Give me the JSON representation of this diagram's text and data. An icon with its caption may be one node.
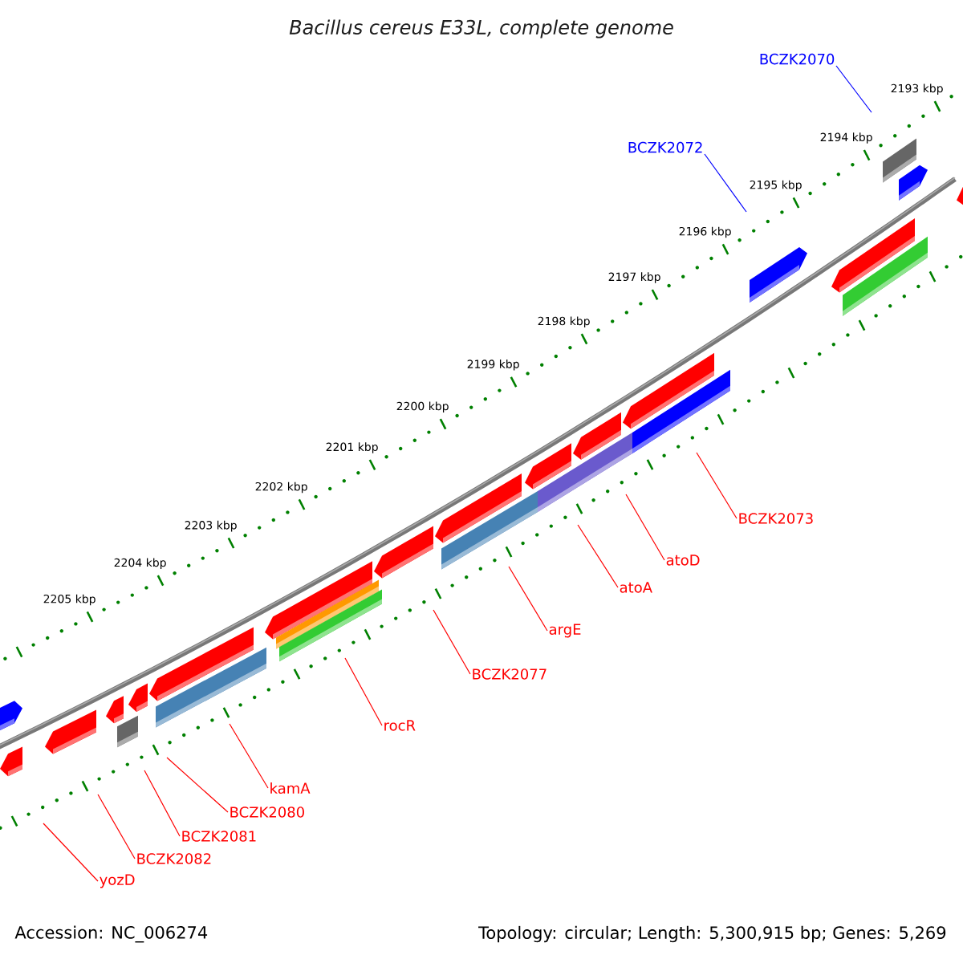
{
  "diagram": {
    "title": "Bacillus cereus E33L, complete genome",
    "nodes": [
      {
        "text": [
          "BCZK2070"
        ]
      },
      {
        "text": [
          "BCZK2072"
        ]
      },
      {
        "text": [
          "BCZK2073"
        ]
      },
      {
        "text": [
          "atoD"
        ]
      },
      {
        "text": [
          "atoA"
        ]
      },
      {
        "text": [
          "argE"
        ]
      },
      {
        "text": [
          "BCZK2077"
        ]
      },
      {
        "text": [
          "rocR"
        ]
      },
      {
        "text": [
          "kamA"
        ]
      },
      {
        "text": [
          "BCZK2080"
        ]
      },
      {
        "text": [
          "BCZK2081"
        ]
      },
      {
        "text": [
          "BCZK2082"
        ]
      },
      {
        "text": [
          "yozD"
        ]
      }
    ],
    "edges": [
      {
        "from": 0,
        "to": null,
        "arrow": "none",
        "color": "#0000ff"
      },
      {
        "from": 1,
        "to": null,
        "arrow": "none",
        "color": "#0000ff"
      },
      {
        "from": 2,
        "to": null,
        "arrow": "none"
      },
      {
        "from": 3,
        "to": null,
        "arrow": "none"
      },
      {
        "from": 4,
        "to": null,
        "arrow": "none"
      },
      {
        "from": 5,
        "to": null,
        "arrow": "none"
      },
      {
        "from": 6,
        "to": null,
        "arrow": "none"
      },
      {
        "from": 7,
        "to": null,
        "arrow": "none"
      },
      {
        "from": 8,
        "to": null,
        "arrow": "none"
      },
      {
        "from": 9,
        "to": null,
        "arrow": "none"
      },
      {
        "from": 10,
        "to": null,
        "arrow": "none"
      },
      {
        "from": 11,
        "to": null,
        "arrow": "none"
      },
      {
        "from": 12,
        "to": null,
        "arrow": "none"
      }
    ],
    "labels": [
      "2193 kbp",
      "2194 kbp",
      "2195 kbp",
      "2196 kbp",
      "2197 kbp",
      "2198 kbp",
      "2199 kbp",
      "2200 kbp",
      "2201 kbp",
      "2202 kbp",
      "2203 kbp",
      "2204 kbp",
      "2205 kbp",
      "Accession: NC_006274",
      "Topology: circular; Length: 5,300,915 bp; Genes: 5,269"
    ]
  }
}
